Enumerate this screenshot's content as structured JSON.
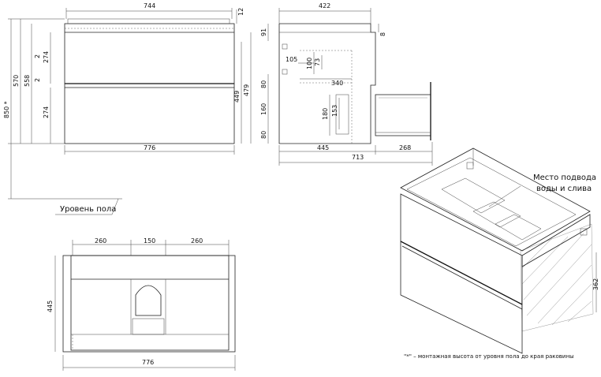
{
  "front_view": {
    "width_top": "744",
    "worktop_thickness": "12",
    "height_total": "850 *",
    "height_570": "570",
    "height_558": "558",
    "drawer_upper": "274",
    "drawer_lower": "274",
    "gap_top": "2",
    "gap_mid": "2",
    "side_right": "479",
    "side_right_inner": "449",
    "width_bottom": "776",
    "floor_label": "Уровень пола"
  },
  "side_view": {
    "depth_top": "422",
    "top_91": "91",
    "top_8": "8",
    "d105": "105",
    "d100": "100",
    "d73": "73",
    "d80_a": "80",
    "d340": "340",
    "d160": "160",
    "d180": "180",
    "d153": "153",
    "d80_b": "80",
    "depth_445": "445",
    "drawer_268": "268",
    "total_713": "713"
  },
  "top_view": {
    "w_left": "260",
    "w_mid": "150",
    "w_right": "260",
    "depth": "445",
    "width_total": "776"
  },
  "iso_view": {
    "callout": [
      "Место подвода",
      "воды и слива"
    ],
    "dim_362": "362",
    "footnote": "\"*\" – монтажная высота от уровня пола до края раковины"
  }
}
